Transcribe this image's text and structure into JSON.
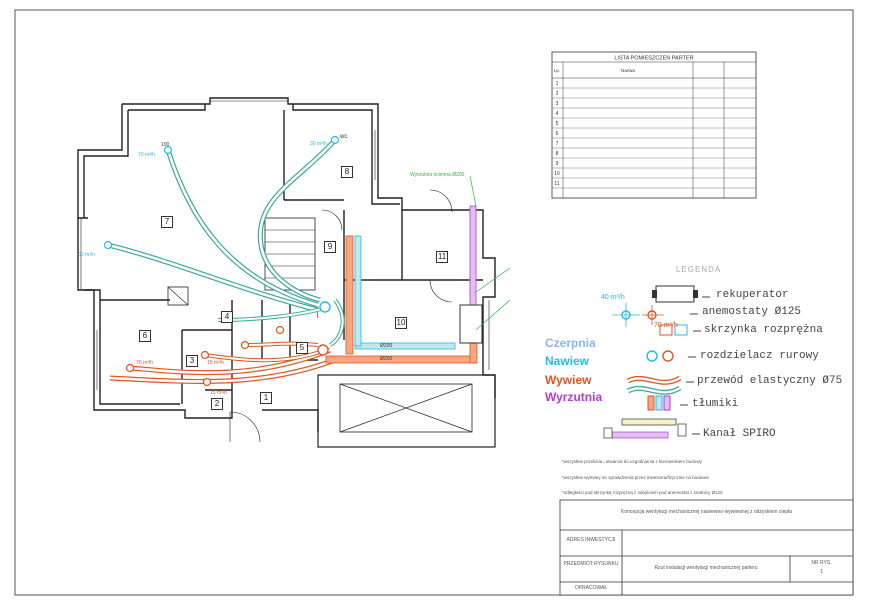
{
  "room_table": {
    "title": "LISTA POMIESZCZEŃ PARTER",
    "headers": [
      "Lp.",
      "Nazwa",
      "",
      ""
    ],
    "rows": [
      [
        "1",
        "",
        "",
        ""
      ],
      [
        "2",
        "",
        "",
        ""
      ],
      [
        "3",
        "",
        "",
        ""
      ],
      [
        "4",
        "",
        "",
        ""
      ],
      [
        "5",
        "",
        "",
        ""
      ],
      [
        "6",
        "",
        "",
        ""
      ],
      [
        "7",
        "",
        "",
        ""
      ],
      [
        "8",
        "",
        "",
        ""
      ],
      [
        "9",
        "",
        "",
        ""
      ],
      [
        "10",
        "",
        "",
        ""
      ],
      [
        "11",
        "",
        "",
        ""
      ]
    ]
  },
  "rooms": [
    "1",
    "2",
    "3",
    "4",
    "5",
    "6",
    "7",
    "8",
    "9",
    "10",
    "11"
  ],
  "plan_labels": {
    "wc": "wc",
    "wyrzutnia": "Wyrzutnia ścienna Ø200",
    "d200_a": "Ø200",
    "d200_b": "Ø200",
    "r100": "100",
    "r70": "70 m³/h",
    "r60": "60 m³/h",
    "r30": "30 m³/h",
    "r15": "15 m³/h"
  },
  "legend": {
    "title": "LEGENDA",
    "flow_40": "40 m³/h",
    "flow_70": "70 m³/h",
    "items": [
      {
        "label": "rekuperator"
      },
      {
        "label": "anemostaty Ø125"
      },
      {
        "label": "skrzynka rozprężna"
      },
      {
        "label": "rozdzielacz rurowy"
      },
      {
        "label": "przewód elastyczny Ø75"
      },
      {
        "label": "tłumiki"
      },
      {
        "label": "Kanał SPIRO"
      }
    ],
    "flows": [
      {
        "label": "Czerpnia",
        "color": "#8fb4f0"
      },
      {
        "label": "Nawiew",
        "color": "#22bde3"
      },
      {
        "label": "Wywiew",
        "color": "#e4541e"
      },
      {
        "label": "Wyrzutnia",
        "color": "#b43ad6"
      }
    ]
  },
  "notes": [
    "*wszystkie przebicia i otwarcia do uzgodnienia z kierownikiem budowy",
    "*wszystkie wymiary do sprawdzenia przez inwestora/fizycznie na budowie",
    "*odległości pod skrzynką rozprężną z odejściem pod anemostat z średnicy Ø125"
  ],
  "title_block": {
    "title": "Koncepcja wentylacji mechanicznej nawiewno-wywiewnej z odzyskiem ciepła",
    "adres_label": "ADRES INWESTYCJI",
    "adres_value": "",
    "przedmiot_label": "PRZEDMIOT RYSUNKU",
    "przedmiot_value": "Rzut instalacji wentylacji mechanicznej parteru",
    "nr_label": "NR RYS.",
    "nr_value": "1",
    "opracowal_label": "OPRACOWAŁ",
    "opracowal_value": ""
  }
}
